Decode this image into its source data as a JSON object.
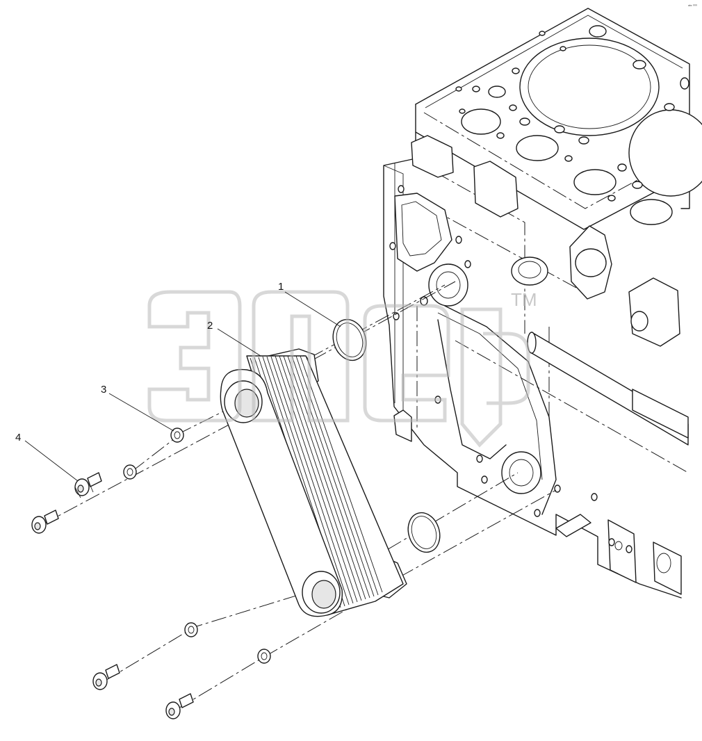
{
  "diagram": {
    "corner_code": "ᵃᵇᶜ ⁰⁰⁰",
    "watermark": {
      "mark": "TM"
    },
    "callouts": [
      {
        "number": "1",
        "part": "o-ring"
      },
      {
        "number": "2",
        "part": "oil-cooler"
      },
      {
        "number": "3",
        "part": "washer"
      },
      {
        "number": "4",
        "part": "bolt"
      }
    ]
  }
}
